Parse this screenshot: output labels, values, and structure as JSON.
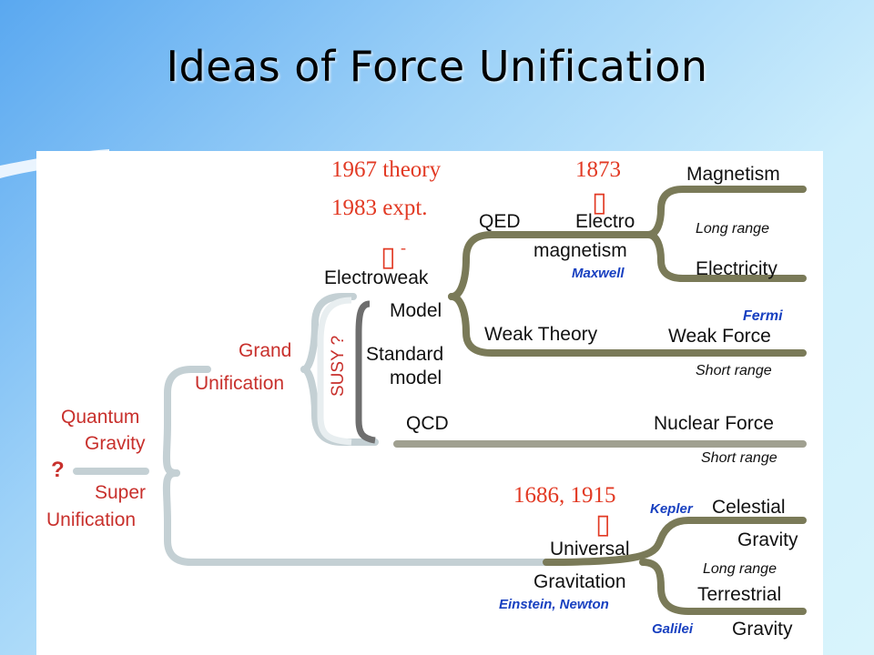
{
  "slide": {
    "title": "Ideas of Force Unification"
  },
  "colors": {
    "accent_red": "#c8302c",
    "annotation_red": "#e23a24",
    "name_blue": "#1840c0",
    "branch_olive": "#7a7a58",
    "branch_light": "#c4d0d4"
  },
  "annotations": {
    "em_year": "1873",
    "ew_years_line1": "1967 theory",
    "ew_years_line2": "1983 expt.",
    "gravity_years": "1686, 1915",
    "em_glyph": "▯",
    "ew_glyph": "▯",
    "ew_glyph_sup": "-",
    "gravity_glyph": "▯"
  },
  "tree": {
    "root_mark": "?",
    "quantum_gravity": [
      "Quantum",
      "Gravity"
    ],
    "super_unification": [
      "Super",
      "Unification"
    ],
    "grand_unification": [
      "Grand",
      "Unification"
    ],
    "susy": "SUSY ?",
    "electroweak": "Electroweak",
    "model": "Model",
    "standard_model": [
      "Standard",
      "model"
    ],
    "qcd": "QCD",
    "qed": "QED",
    "electromagnetism": [
      "Electro",
      "magnetism"
    ],
    "maxwell": "Maxwell",
    "weak_theory": "Weak Theory",
    "universal_gravitation": [
      "Universal",
      "Gravitation"
    ],
    "einstein_newton": "Einstein, Newton"
  },
  "forces": {
    "magnetism": "Magnetism",
    "long_range_1": "Long range",
    "electricity": "Electricity",
    "fermi": "Fermi",
    "weak_force": "Weak Force",
    "short_range_1": "Short range",
    "nuclear_force": "Nuclear Force",
    "short_range_2": "Short range",
    "kepler": "Kepler",
    "celestial_gravity": [
      "Celestial",
      "Gravity"
    ],
    "long_range_2": "Long range",
    "galilei": "Galilei",
    "terrestrial_gravity": [
      "Terrestrial",
      "Gravity"
    ]
  }
}
